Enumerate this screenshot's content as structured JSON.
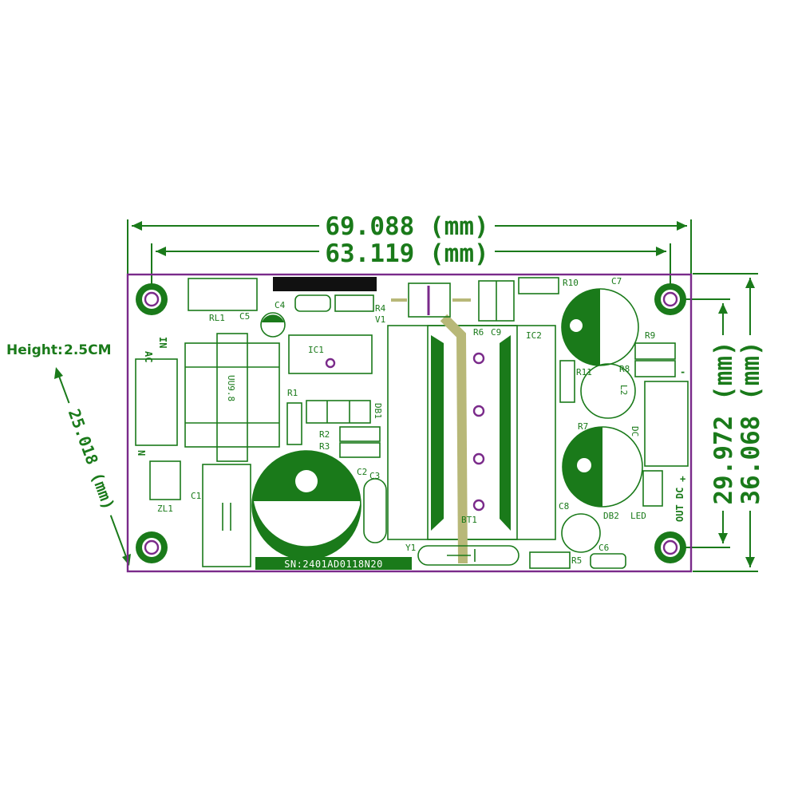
{
  "height_note": {
    "label": "Height:",
    "value": "2.5CM"
  },
  "dimensions": {
    "overall_width": "69.088 (mm)",
    "hole_span_width": "63.119 (mm)",
    "hole_span_height": "29.972 (mm)",
    "overall_height": "36.068 (mm)",
    "diagonal": "25.018 (mm)"
  },
  "board": {
    "serial": "SN:2401AD0118N20",
    "silkscreen": {
      "RL1": "RL1",
      "C5": "C5",
      "C4": "C4",
      "R4": "R4",
      "V1": "V1",
      "IC1": "IC1",
      "R1": "R1",
      "DB1": "DB1",
      "R2": "R2",
      "R3": "R3",
      "C2": "C2",
      "C3": "C3",
      "C1": "C1",
      "ZL1": "ZL1",
      "LF": "UU9.8",
      "R10": "R10",
      "C7": "C7",
      "R6": "R6",
      "C9": "C9",
      "IC2": "IC2",
      "R9": "R9",
      "R8": "R8",
      "R11": "R11",
      "R7": "R7",
      "L2": "L2",
      "DC": "DC",
      "C8": "C8",
      "DB2": "DB2",
      "LED": "LED",
      "C6": "C6",
      "R5": "R5",
      "BT1": "BT1",
      "Y1": "Y1",
      "AC": "AC",
      "IN": "IN",
      "N": "N",
      "OUT_DC": "OUT DC",
      "minus": "-",
      "plus": "+"
    }
  },
  "colors": {
    "silkscreen": "#1a7a1a",
    "board_outline": "#7a2a8a",
    "trace": "#b8b878"
  }
}
